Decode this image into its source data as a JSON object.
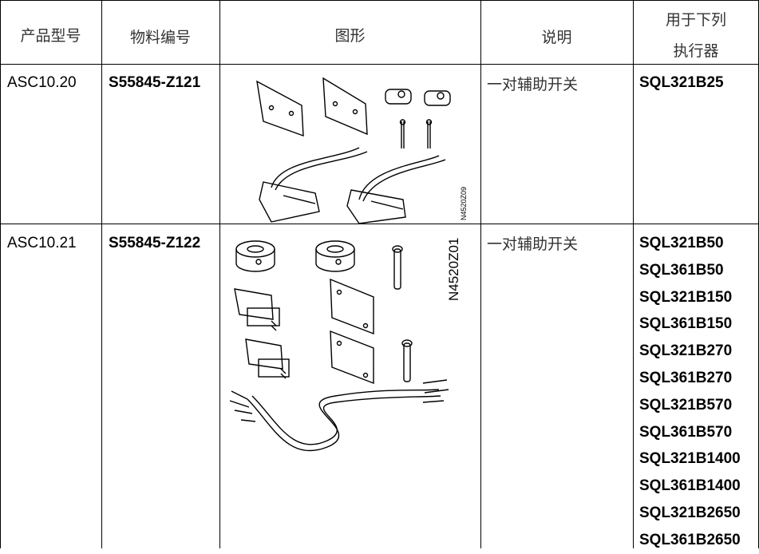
{
  "table": {
    "headers": [
      "产品型号",
      "物料编号",
      "图形",
      "说明",
      "用于下列",
      "执行器"
    ],
    "rows": [
      {
        "model": "ASC10.20",
        "part": "S55845-Z121",
        "figure_code": "N4520Z09",
        "description": "一对辅助开关",
        "actuators": [
          "SQL321B25"
        ]
      },
      {
        "model": "ASC10.21",
        "part": "S55845-Z122",
        "figure_code": "N4520Z01",
        "description": "一对辅助开关",
        "actuators": [
          "SQL321B50",
          "SQL361B50",
          "SQL321B150",
          "SQL361B150",
          "SQL321B270",
          "SQL361B270",
          "SQL321B570",
          "SQL361B570",
          "SQL321B1400",
          "SQL361B1400",
          "SQL321B2650",
          "SQL361B2650"
        ]
      }
    ]
  }
}
